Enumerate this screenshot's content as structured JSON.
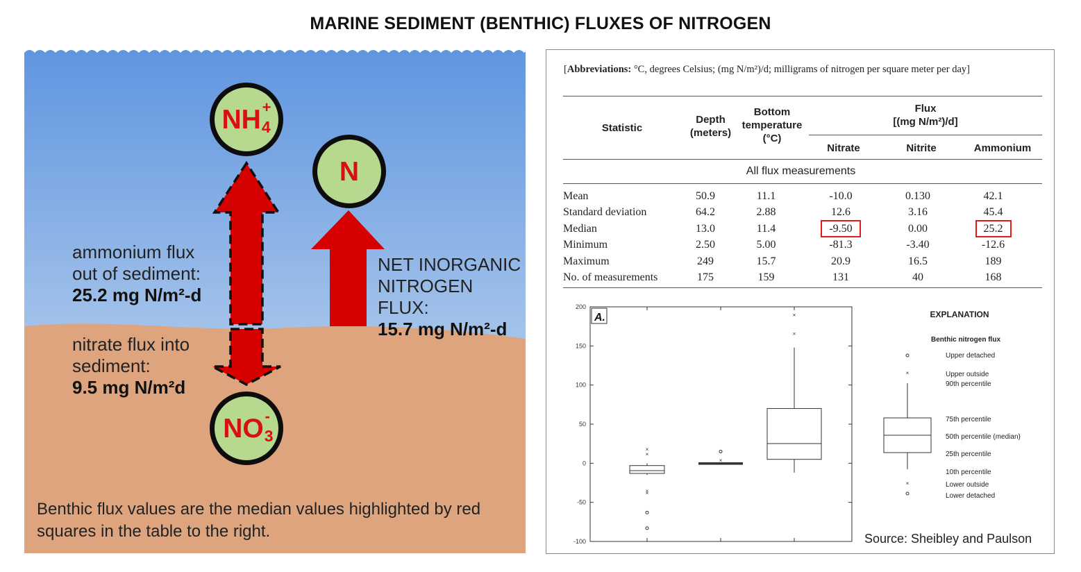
{
  "page_title": "MARINE SEDIMENT (BENTHIC) FLUXES OF NITROGEN",
  "colors": {
    "water_top": "#5f95e0",
    "water_bottom": "#d8e6f1",
    "sediment": "#dea47e",
    "arrow": "#d60000",
    "circle_fill": "#b6d88f",
    "highlight": "#e01b1b"
  },
  "left_panel": {
    "species": {
      "ammonium": {
        "base": "NH",
        "sub": "4",
        "sup": "+"
      },
      "nitrogen": {
        "base": "N"
      },
      "nitrate": {
        "base": "NO",
        "sub": "3",
        "sup": "-"
      }
    },
    "ammonium_label": {
      "line1": "ammonium flux",
      "line2": "out of sediment:",
      "value": "25.2 mg N/m²-d"
    },
    "nitrate_label": {
      "line1": "nitrate flux into",
      "line2": "sediment:",
      "value": "9.5 mg N/m²d"
    },
    "net_label": {
      "line1": "NET INORGANIC",
      "line2": "NITROGEN FLUX:",
      "value": "15.7 mg N/m²-d"
    },
    "caption": "Benthic flux values are the median values highlighted by red squares in the table to the right."
  },
  "right_panel": {
    "abbreviations_label": "Abbreviations:",
    "abbreviations_text": "°C, degrees Celsius; (mg N/m²)/d; milligrams of nitrogen per square meter per day]",
    "table": {
      "headers": {
        "statistic": "Statistic",
        "depth_1": "Depth",
        "depth_2": "(meters)",
        "temp_1": "Bottom",
        "temp_2": "temperature",
        "temp_3": "(°C)",
        "flux_1": "Flux",
        "flux_2": "[(mg N/m²)/d]",
        "nitrate": "Nitrate",
        "nitrite": "Nitrite",
        "ammonium": "Ammonium"
      },
      "group_label": "All flux measurements",
      "rows": [
        [
          "Mean",
          "50.9",
          "11.1",
          "-10.0",
          "0.130",
          "42.1"
        ],
        [
          "Standard deviation",
          "64.2",
          "2.88",
          "12.6",
          "3.16",
          "45.4"
        ],
        [
          "Median",
          "13.0",
          "11.4",
          "-9.50",
          "0.00",
          "25.2"
        ],
        [
          "Minimum",
          "2.50",
          "5.00",
          "-81.3",
          "-3.40",
          "-12.6"
        ],
        [
          "Maximum",
          "249",
          "15.7",
          "20.9",
          "16.5",
          "189"
        ],
        [
          "No. of measurements",
          "175",
          "159",
          "131",
          "40",
          "168"
        ]
      ]
    },
    "source": "Source: Sheibley and Paulson",
    "explanation": {
      "title": "EXPLANATION",
      "subtitle": "Benthic nitrogen flux",
      "items": {
        "upper_detached": "Upper detached",
        "upper_outside_1": "Upper outside",
        "upper_outside_2": "90th percentile",
        "p75": "75th percentile",
        "p50": "50th percentile (median)",
        "p25": "25th percentile",
        "p10": "10th percentile",
        "lower_outside": "Lower outside",
        "lower_detached": "Lower detached"
      }
    }
  },
  "chart_data": {
    "type": "box",
    "panel_label": "A.",
    "ylim": [
      -100,
      200
    ],
    "yticks": [
      -100,
      -50,
      0,
      50,
      100,
      150,
      200
    ],
    "boxes": [
      {
        "p10": -15,
        "p25": -13,
        "median": -9.5,
        "p75": -3,
        "p90": 0,
        "outside": [
          18,
          12,
          -35,
          -38
        ],
        "detached": [
          -63,
          -83
        ]
      },
      {
        "p10": -0.5,
        "p25": -0.3,
        "median": 0,
        "p75": 0.3,
        "p90": 0.5,
        "outside": [
          4
        ],
        "detached": [
          15
        ]
      },
      {
        "p10": -12,
        "p25": 5,
        "median": 25.2,
        "p75": 70,
        "p90": 148,
        "outside": [
          166,
          190
        ],
        "detached": []
      }
    ]
  }
}
